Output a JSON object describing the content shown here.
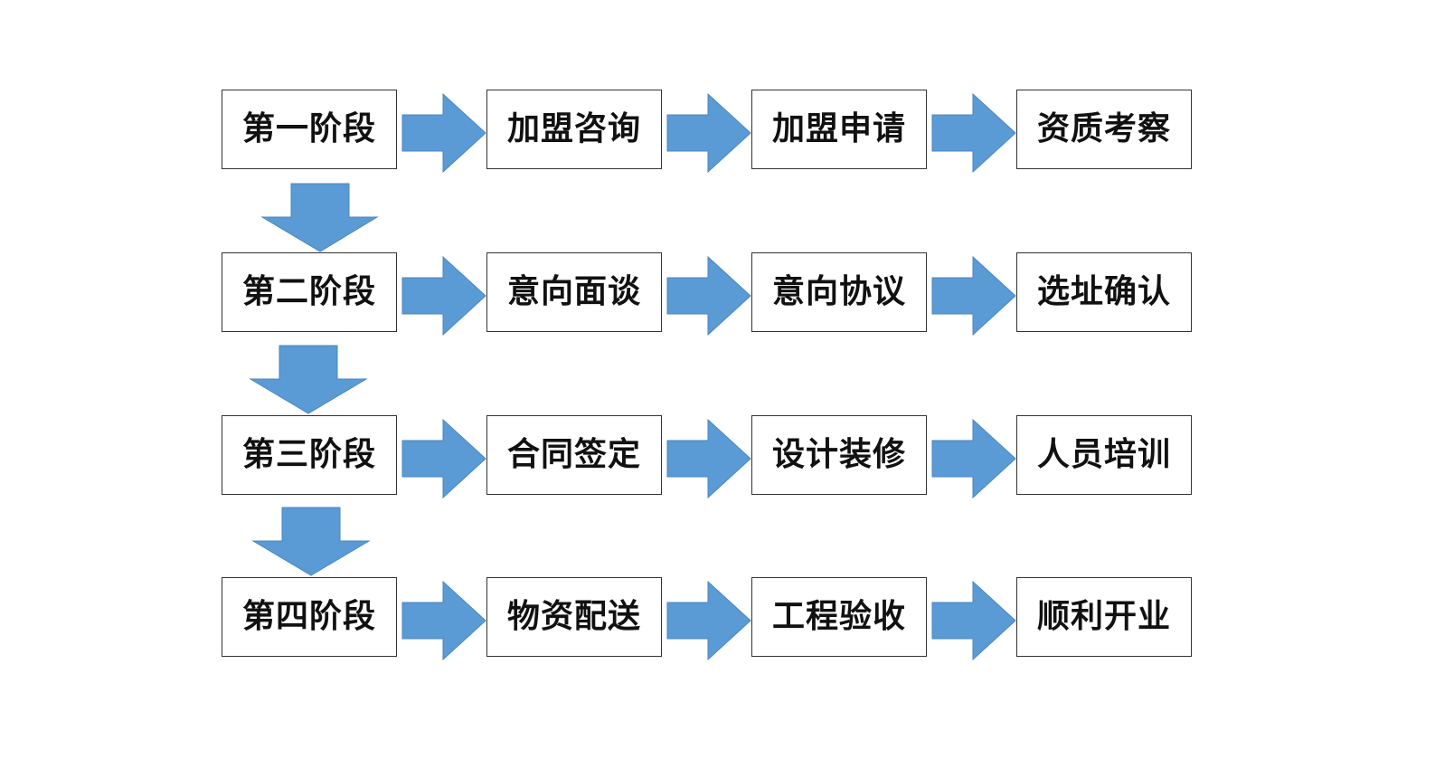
{
  "flowchart": {
    "arrow_color": "#5b9bd5",
    "arrow_stroke": "#4a86c0",
    "box_border": "#333333",
    "rows": [
      {
        "stage": "第一阶段",
        "steps": [
          "加盟咨询",
          "加盟申请",
          "资质考察"
        ]
      },
      {
        "stage": "第二阶段",
        "steps": [
          "意向面谈",
          "意向协议",
          "选址确认"
        ]
      },
      {
        "stage": "第三阶段",
        "steps": [
          "合同签定",
          "设计装修",
          "人员培训"
        ]
      },
      {
        "stage": "第四阶段",
        "steps": [
          "物资配送",
          "工程验收",
          "顺利开业"
        ]
      }
    ]
  }
}
